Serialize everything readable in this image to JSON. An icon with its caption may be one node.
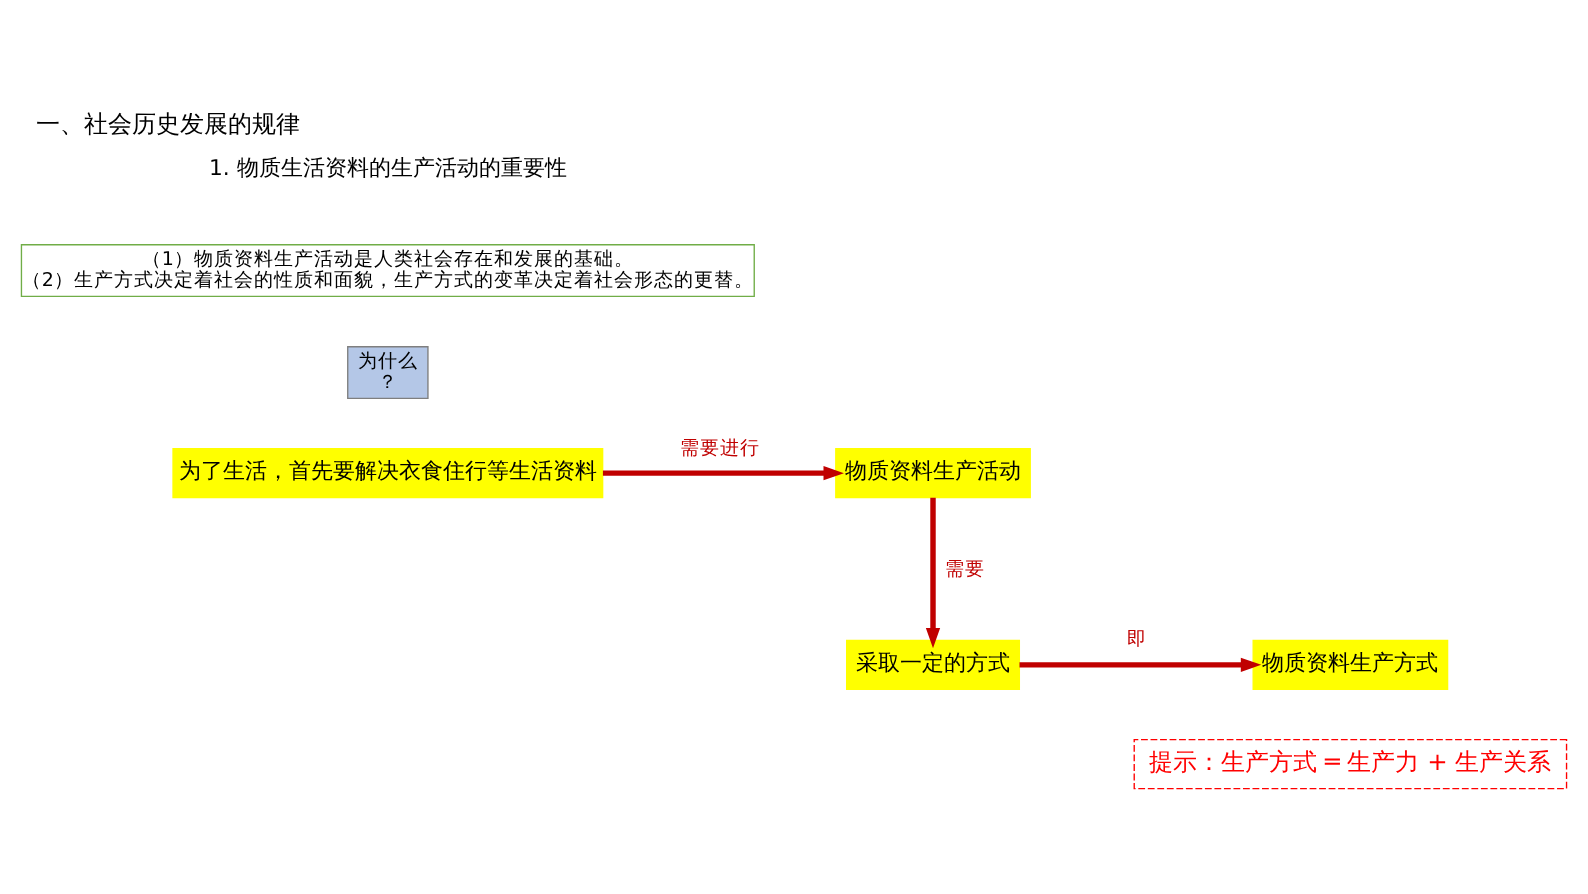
{
  "diagram": {
    "title": "一、社会历史发展的规律",
    "nodes": [
      {
        "text": [
          "（1）物质资料生产活动是人类社会存在和发展的基础。",
          "（2）生产方式决定着社会的性质和面貌，生产方式的变革决定着社会形态的更替。"
        ]
      },
      {
        "text": [
          "为什么",
          "？"
        ]
      },
      {
        "text": [
          "为了生活，首先要解决衣食住行等生活资料"
        ]
      },
      {
        "text": [
          "物质资料生产活动"
        ]
      },
      {
        "text": [
          "采取一定的方式"
        ]
      },
      {
        "text": [
          "物质资料生产方式"
        ]
      },
      {
        "text": [
          "提示：生产方式 ═ 生产力 + 生产关系"
        ]
      }
    ],
    "edges": [
      {
        "from": 2,
        "to": 3,
        "arrow": "to",
        "label": "需要进行"
      },
      {
        "from": 3,
        "to": 4,
        "arrow": "to",
        "label": "需要"
      },
      {
        "from": 4,
        "to": 5,
        "arrow": "to",
        "label": "即"
      }
    ],
    "labels": [
      "1. 物质生活资料的生产活动的重要性"
    ]
  }
}
